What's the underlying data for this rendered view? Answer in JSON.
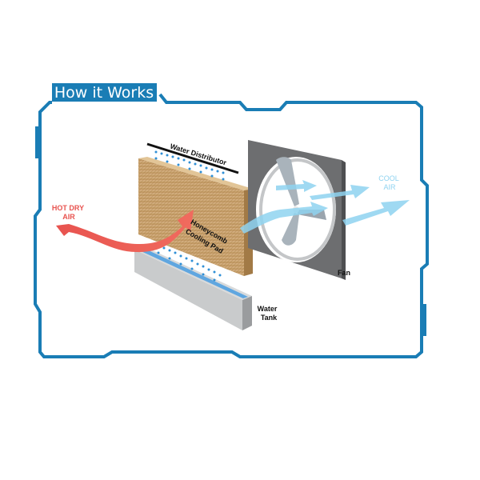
{
  "title": "How it Works",
  "labels": {
    "water_distributor": "Water Distributor",
    "hot_dry_air_line1": "HOT DRY",
    "hot_dry_air_line2": "AIR",
    "honeycomb_line1": "Honeycomb",
    "honeycomb_line2": "Cooling Pad",
    "fan": "Fan",
    "water_tank_line1": "Water",
    "water_tank_line2": "Tank",
    "cool_air_line1": "COOL",
    "cool_air_line2": "AIR"
  },
  "colors": {
    "frame": "#1a7db5",
    "hot_air": "#e8534f",
    "cool_air": "#8fd3f0",
    "pad": "#c9a26a",
    "water": "#3a9be0",
    "fan_frame": "#6d6e70"
  }
}
